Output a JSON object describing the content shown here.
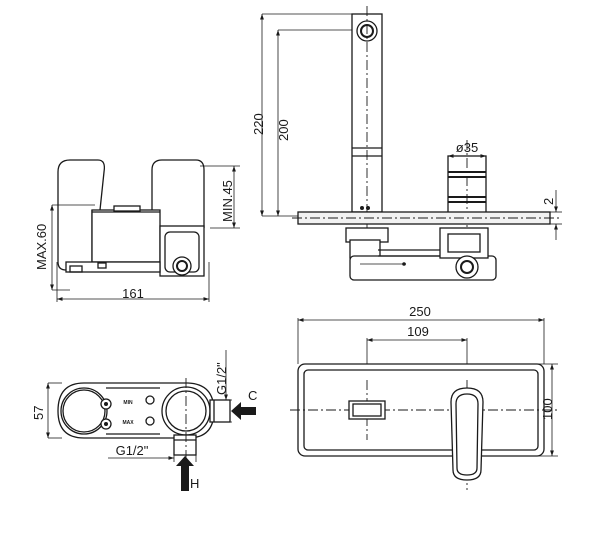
{
  "dimensions": {
    "side_width": "161",
    "side_max_height": "MAX.60",
    "side_min_height": "MIN.45",
    "spout_total_height": "220",
    "spout_height": "200",
    "handle_diameter": "ø35",
    "plate_thickness": "2",
    "plate_width": "250",
    "center_distance": "109",
    "plate_height": "100",
    "body_depth": "57",
    "thread_top": "G1/2\"",
    "thread_bottom": "G1/2\""
  },
  "labels": {
    "cold_inlet": "C",
    "hot_inlet": "H",
    "min_mark": "MIN",
    "max_mark": "MAX"
  }
}
